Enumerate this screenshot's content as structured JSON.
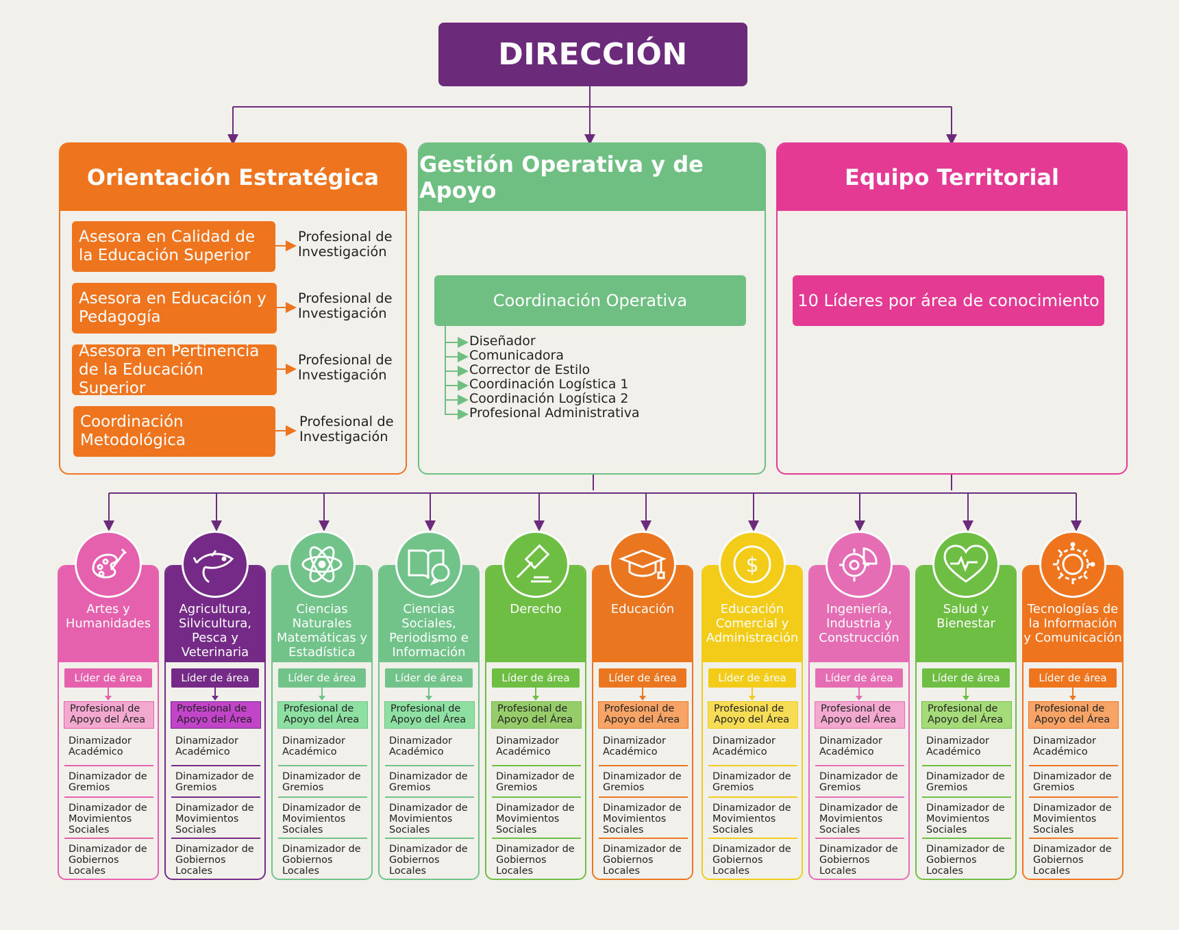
{
  "top": {
    "title": "DIRECCIÓN"
  },
  "panels": {
    "estrategica": {
      "title": "Orientación Estratégica"
    },
    "operativa": {
      "title": "Gestión Operativa y de Apoyo"
    },
    "territorial": {
      "title": "Equipo Territorial"
    }
  },
  "estrategica_items": [
    {
      "role": "Asesora en Calidad de la Educación Superior",
      "sub": "Profesional de Investigación"
    },
    {
      "role": "Asesora en Educación y Pedagogía",
      "sub": "Profesional de Investigación"
    },
    {
      "role": "Asesora en Pertinencia de la Educación Superior",
      "sub": "Profesional de Investigación"
    },
    {
      "role": "Coordinación Metodológica",
      "sub": "Profesional de Investigación"
    }
  ],
  "operativa": {
    "coordinacion": "Coordinación Operativa",
    "items": [
      "Diseñador",
      "Comunicadora",
      "Corrector de Estilo",
      "Coordinación Logística 1",
      "Coordinación Logística 2",
      "Profesional Administrativa"
    ]
  },
  "territorial": {
    "lideres": "10 Líderes por área de conocimiento"
  },
  "colors": {
    "purple": "#6b2a7a",
    "orange": "#ef741e",
    "green": "#70bf82",
    "pink": "#e43a93"
  },
  "areas": [
    {
      "name": "Artes y Humanidades",
      "icon": "palette-icon",
      "color": "#e560ad",
      "light": "#f3a9cf"
    },
    {
      "name": "Agricultura, Silvicultura, Pesca y Veterinaria",
      "icon": "fish-icon",
      "color": "#742a86",
      "light": "#c244c9"
    },
    {
      "name": "Ciencias Naturales Matemáticas y Estadística",
      "icon": "atom-icon",
      "color": "#71c38a",
      "light": "#8de0a2"
    },
    {
      "name": "Ciencias Sociales, Periodismo e Información",
      "icon": "book-chat-icon",
      "color": "#71c38a",
      "light": "#8de0a2"
    },
    {
      "name": "Derecho",
      "icon": "gavel-icon",
      "color": "#6fbe44",
      "light": "#96cc6a"
    },
    {
      "name": "Educación",
      "icon": "graduation-cap-icon",
      "color": "#ea7620",
      "light": "#f7a466"
    },
    {
      "name": "Educación Comercial y Administración",
      "icon": "dollar-coin-icon",
      "color": "#f2cc19",
      "light": "#f7dd55"
    },
    {
      "name": "Ingeniería, Industria y Construcción",
      "icon": "gear-compass-icon",
      "color": "#e56db4",
      "light": "#f3a9cf"
    },
    {
      "name": "Salud y Bienestar",
      "icon": "heart-pulse-icon",
      "color": "#6fbe44",
      "light": "#a6db7a"
    },
    {
      "name": "Tecnologías de la Información y Comunicación",
      "icon": "circuit-brain-icon",
      "color": "#ef741e",
      "light": "#f7a466"
    }
  ],
  "area_labels": {
    "lider": "Líder de área",
    "apoyo": "Profesional de Apoyo del Área",
    "academico": "Dinamizador Académico",
    "gremios": "Dinamizador de Gremios",
    "movimientos": "Dinamizador de Movimientos Sociales",
    "gobiernos": "Dinamizador de Gobiernos Locales"
  }
}
